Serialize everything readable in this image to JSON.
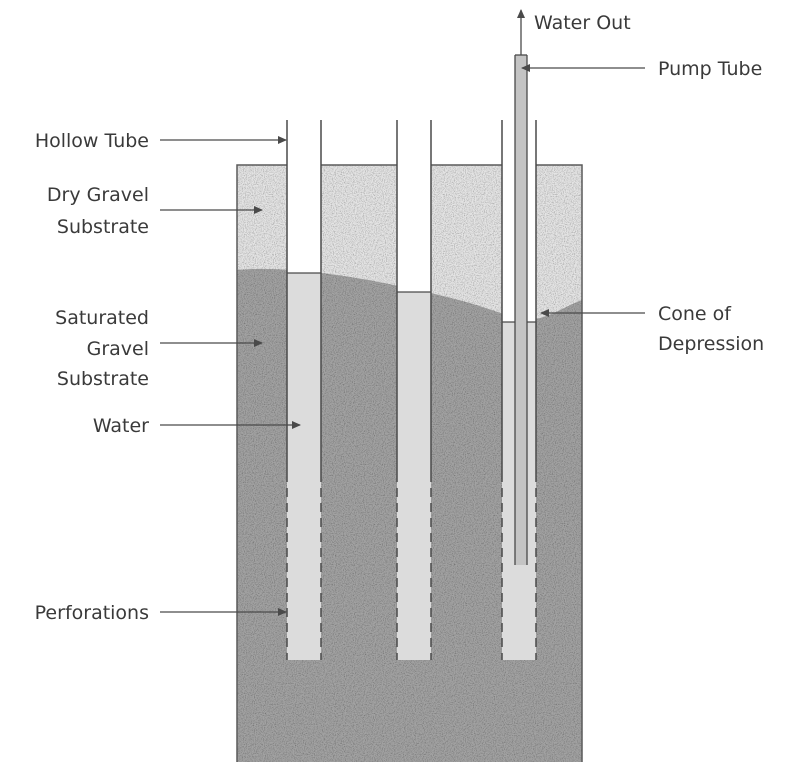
{
  "labels": {
    "water_out": "Water Out",
    "pump_tube": "Pump Tube",
    "hollow_tube": "Hollow Tube",
    "dry_gravel_line1": "Dry Gravel",
    "dry_gravel_line2": "Substrate",
    "saturated_line1": "Saturated",
    "saturated_line2": "Gravel",
    "saturated_line3": "Substrate",
    "water": "Water",
    "perforations": "Perforations",
    "cone_line1": "Cone of",
    "cone_line2": "Depression"
  },
  "colors": {
    "dry_gravel": "#e4e4e4",
    "saturated_gravel": "#a2a2a2",
    "water_in_tube": "#dcdcdc",
    "tube_outline": "#4a4a4a",
    "label_text": "#3a3a3a"
  }
}
